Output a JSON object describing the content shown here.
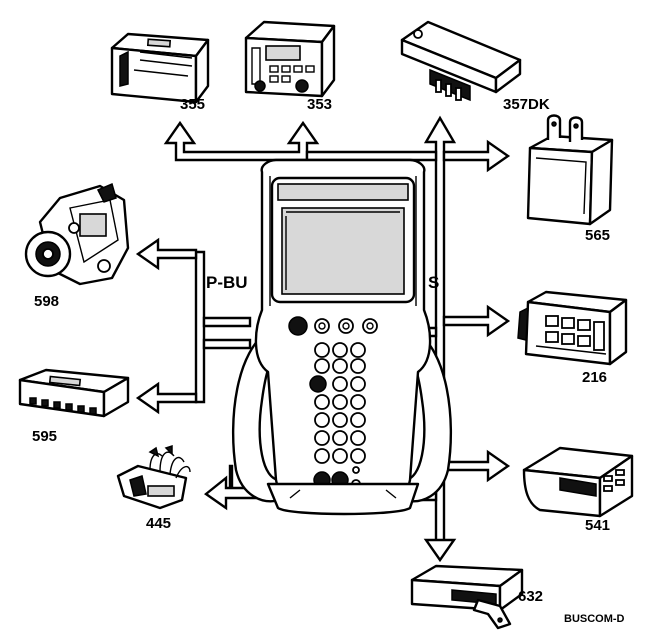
{
  "labels": {
    "m355": "355",
    "m353": "353",
    "m357dk": "357DK",
    "m565": "565",
    "m598": "598",
    "m216": "216",
    "m595": "595",
    "m541": "541",
    "m445": "445",
    "m632": "632"
  },
  "bus_left": "P-BU",
  "bus_right": "S",
  "reference": "BUSCOM-D"
}
